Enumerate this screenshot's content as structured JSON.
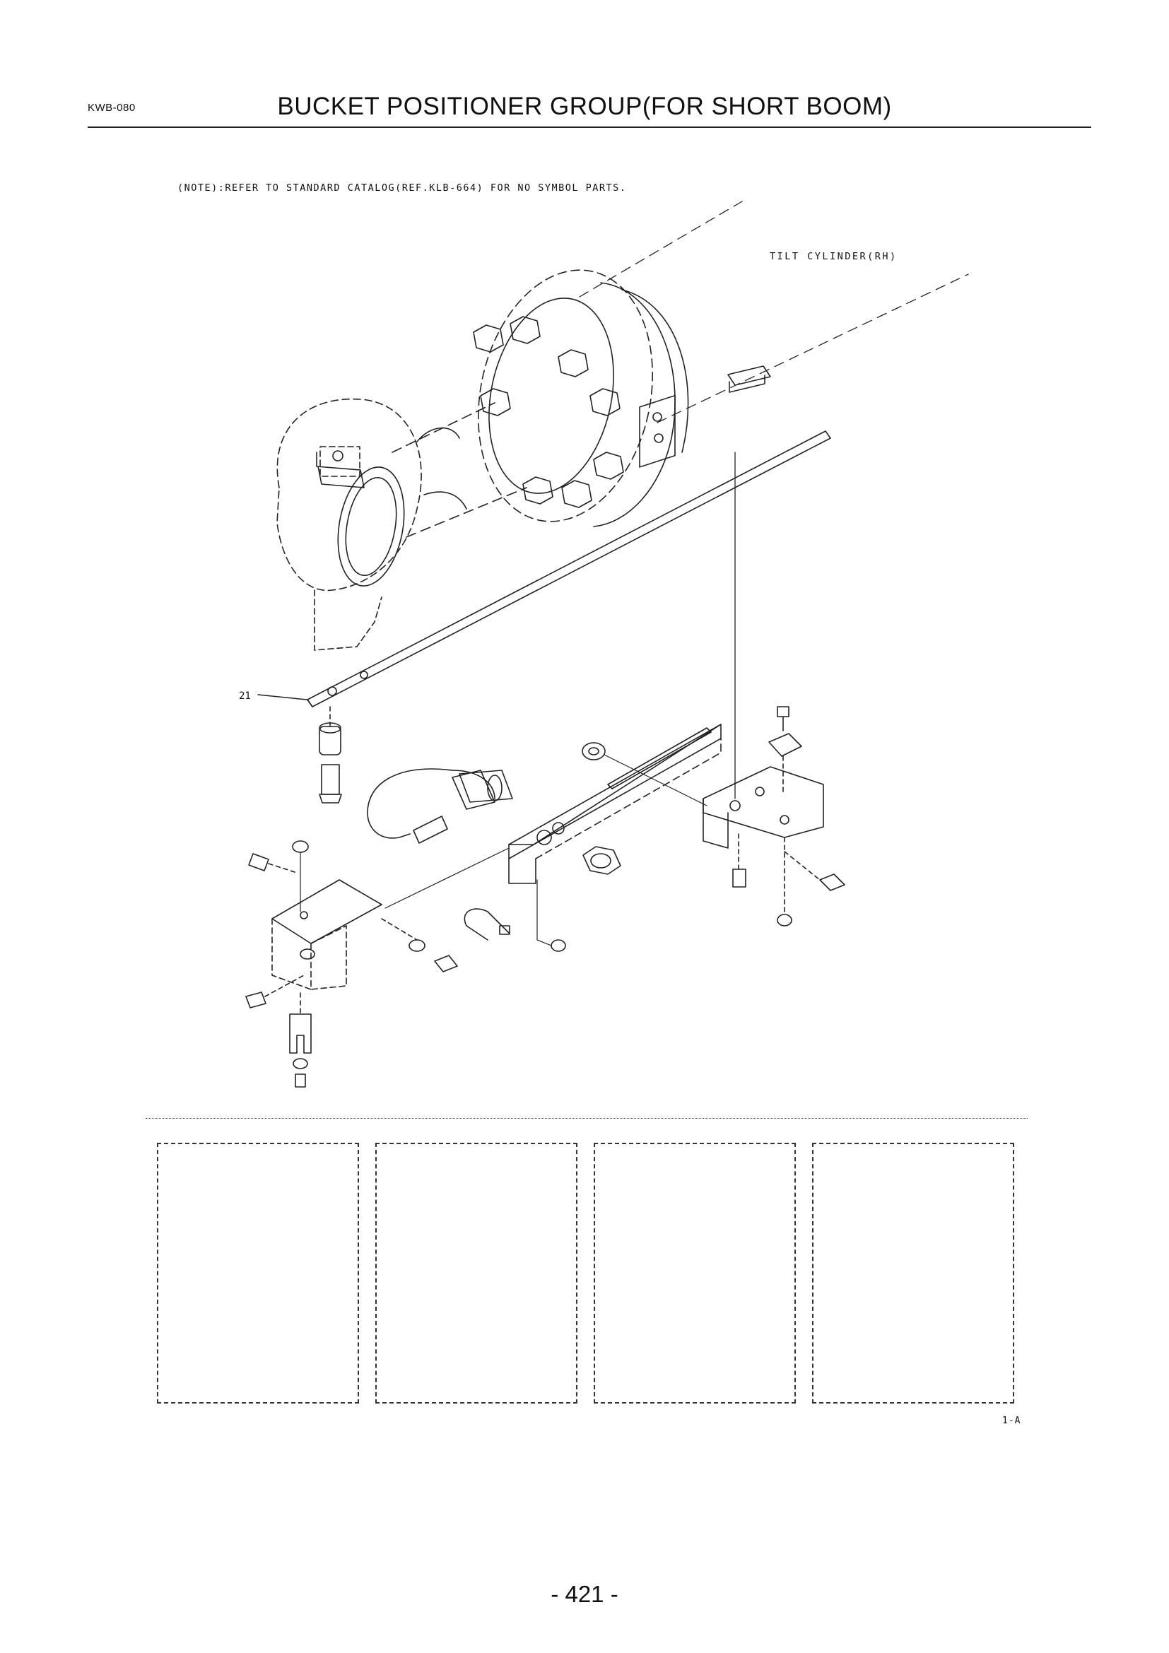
{
  "header": {
    "code": "KWB-080",
    "title": "BUCKET POSITIONER GROUP(FOR SHORT BOOM)"
  },
  "diagram": {
    "note": "(NOTE):REFER TO STANDARD CATALOG(REF.KLB-664) FOR NO SYMBOL PARTS.",
    "component_label": "TILT CYLINDER(RH)",
    "callout_21": "21"
  },
  "footer": {
    "figure_ref": "1-A",
    "page_number": "- 421 -"
  }
}
